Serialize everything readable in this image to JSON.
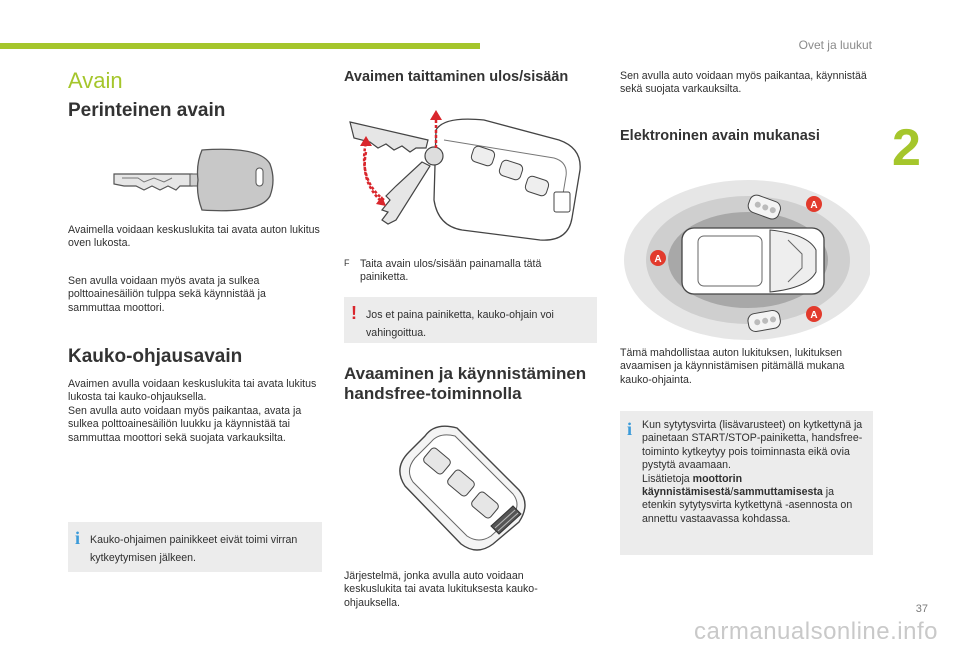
{
  "header": "Ovet ja luukut",
  "chapter_number": "2",
  "page_number": "37",
  "watermark": "carmanualsonline.info",
  "col1": {
    "title": "Avain",
    "sec1_heading": "Perinteinen avain",
    "sec1_p1": "Avaimella voidaan keskuslukita tai avata auton lukitus oven lukosta.",
    "sec1_p2": "Sen avulla voidaan myös avata ja sulkea polttoainesäiliön tulppa sekä käynnistää ja sammuttaa moottori.",
    "sec2_heading": "Kauko-ohjausavain",
    "sec2_p1": "Avaimen avulla voidaan keskuslukita tai avata lukitus lukosta tai kauko-ohjauksella.",
    "sec2_p2": "Sen avulla auto voidaan myös paikantaa, avata ja sulkea polttoainesäiliön luukku ja käynnistää tai sammuttaa moottori sekä suojata varkauksilta.",
    "note": "Kauko-ohjaimen painikkeet eivät toimi virran kytkeytymisen jälkeen."
  },
  "col2": {
    "heading": "Avaimen taittaminen ulos/sisään",
    "bullet_symbol": "F",
    "bullet_text": "Taita avain ulos/sisään painamalla tätä painiketta.",
    "warning": "Jos et paina painiketta, kauko-ohjain voi vahingoittua.",
    "sec_heading_line1": "Avaaminen ja käynnistäminen",
    "sec_heading_line2": "handsfree-toiminnolla",
    "caption": "Järjestelmä, jonka avulla auto voidaan keskuslukita tai avata lukituksesta kauko-ohjauksella."
  },
  "col3": {
    "p1": "Sen avulla auto voidaan myös paikantaa, käynnistää sekä suojata varkauksilta.",
    "heading": "Elektroninen avain mukanasi",
    "zone_label": "A",
    "p2": "Tämä mahdollistaa auton lukituksen, lukituksen avaamisen ja käynnistämisen pitämällä mukana kauko-ohjainta.",
    "note_part1": "Kun sytytysvirta (lisävarusteet) on kytkettynä ja painetaan START/STOP-painiketta, handsfree-toiminto kytkeytyy pois toiminnasta eikä ovia pystytä avaamaan.",
    "note_part2_prefix": "Lisätietoja ",
    "note_part2_bold1": "moottorin käynnistämisestä",
    "note_part2_sep": "/",
    "note_part2_bold2": "sammuttamisesta",
    "note_part2_suffix": " ja etenkin sytytysvirta kytkettynä -asennosta on annettu vastaavassa kohdassa."
  },
  "colors": {
    "accent": "#a5c62b",
    "info": "#3a9ad9",
    "warning": "#d9262c",
    "note_bg": "#ececec",
    "zone_red": "#e23a2c"
  }
}
